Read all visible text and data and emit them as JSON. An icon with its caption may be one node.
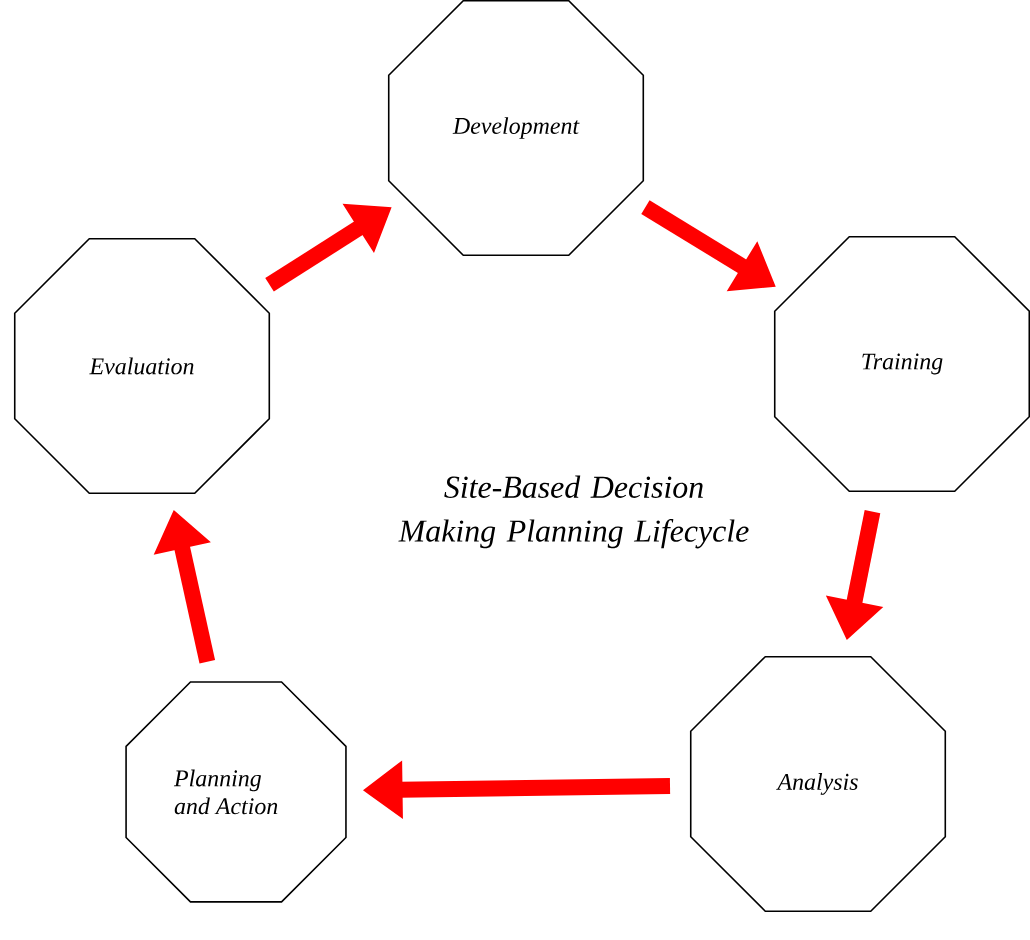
{
  "diagram": {
    "title": "Site-Based Decision Making Planning Lifecycle",
    "nodes": [
      {
        "text": [
          "Development"
        ]
      },
      {
        "text": [
          "Training"
        ]
      },
      {
        "text": [
          "Analysis"
        ]
      },
      {
        "text": [
          "Planning and Action"
        ]
      },
      {
        "text": [
          "Evaluation"
        ]
      }
    ],
    "edges": [
      {
        "from": 0,
        "to": 1,
        "arrow": "to"
      },
      {
        "from": 1,
        "to": 2,
        "arrow": "to"
      },
      {
        "from": 2,
        "to": 3,
        "arrow": "to"
      },
      {
        "from": 3,
        "to": 4,
        "arrow": "to"
      },
      {
        "from": 4,
        "to": 0,
        "arrow": "to"
      }
    ]
  }
}
